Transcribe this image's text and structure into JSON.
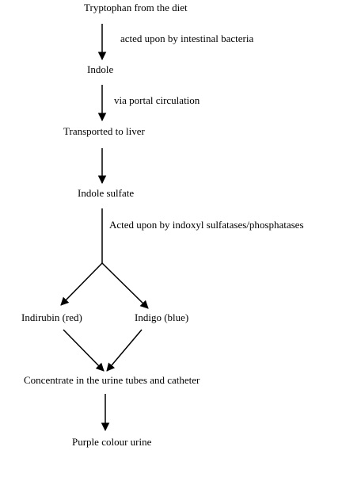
{
  "nodes": {
    "tryptophan": "Tryptophan from the diet",
    "indole": "Indole",
    "liver": "Transported to liver",
    "indole_sulfate": "Indole sulfate",
    "indirubin": "Indirubin (red)",
    "indigo": "Indigo (blue)",
    "concentrate": "Concentrate in the urine tubes and catheter",
    "purple_urine": "Purple colour urine"
  },
  "edges": {
    "bacteria": "acted upon by intestinal bacteria",
    "portal": "via portal circulation",
    "sulfatases": "Acted upon by  indoxyl sulfatases/phosphatases"
  },
  "colors": {
    "line": "#000000",
    "text": "#000000"
  }
}
